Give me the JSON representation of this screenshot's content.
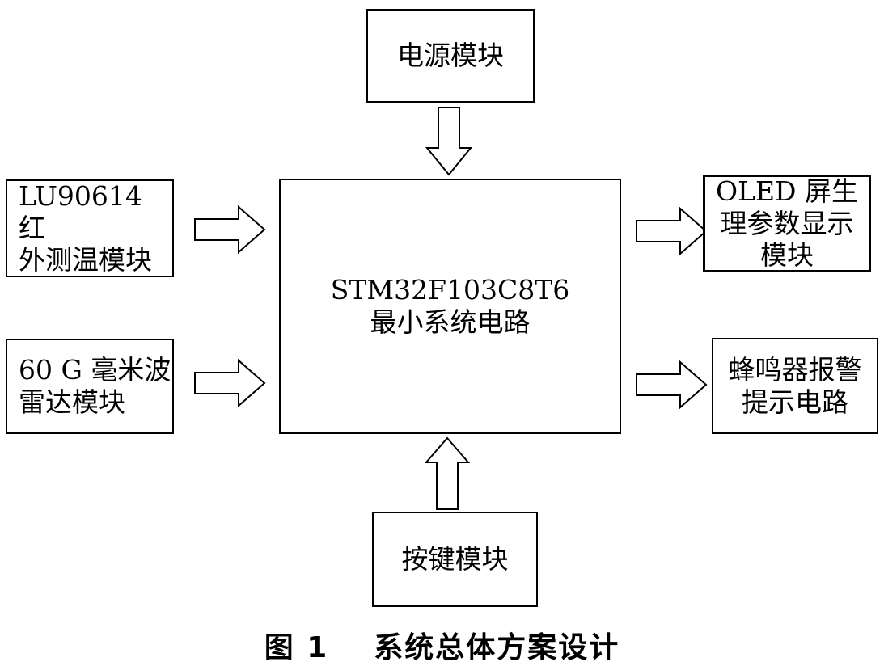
{
  "blocks": {
    "power": "电源模块",
    "mcu": "STM32F103C8T6\n最小系统电路",
    "ir_sensor": "LU90614 红\n外测温模块",
    "radar": "60 G 毫米波\n雷达模块",
    "oled": "OLED 屏生\n理参数显示\n模块",
    "buzzer": "蜂鸣器报警\n提示电路",
    "keys": "按键模块"
  },
  "caption": {
    "number": "图 1",
    "title": "系统总体方案设计"
  }
}
